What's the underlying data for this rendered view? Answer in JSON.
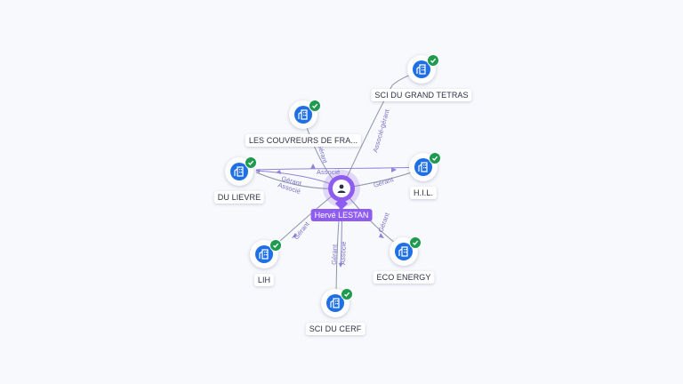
{
  "person": {
    "name": "Hervé LESTAN",
    "icon": "person-icon",
    "color": "#8e5df0"
  },
  "companies": [
    {
      "name": "SCI DU GRAND TETRAS",
      "icon": "building-icon",
      "status_icon": "check-icon",
      "relations": [
        "Associé-gérant"
      ]
    },
    {
      "name": "LES COUVREURS DE FRA...",
      "icon": "building-icon",
      "status_icon": "check-icon",
      "relations": [
        "Gérant"
      ]
    },
    {
      "name": "DU LIEVRE",
      "icon": "building-icon",
      "status_icon": "check-icon",
      "relations": [
        "Gérant",
        "Associé"
      ]
    },
    {
      "name": "H.I.L.",
      "icon": "building-icon",
      "status_icon": "check-icon",
      "relations": [
        "Associé",
        "Gérant"
      ]
    },
    {
      "name": "LIH",
      "icon": "building-icon",
      "status_icon": "check-icon",
      "relations": [
        "Gérant"
      ]
    },
    {
      "name": "ECO ENERGY",
      "icon": "building-icon",
      "status_icon": "check-icon",
      "relations": [
        "Gérant"
      ]
    },
    {
      "name": "SCI DU CERF",
      "icon": "building-icon",
      "status_icon": "check-icon",
      "relations": [
        "Gérant",
        "Associé"
      ]
    }
  ],
  "colors": {
    "company": "#1f6fe5",
    "active": "#1f9a4f",
    "relation": "#7b72c9"
  }
}
